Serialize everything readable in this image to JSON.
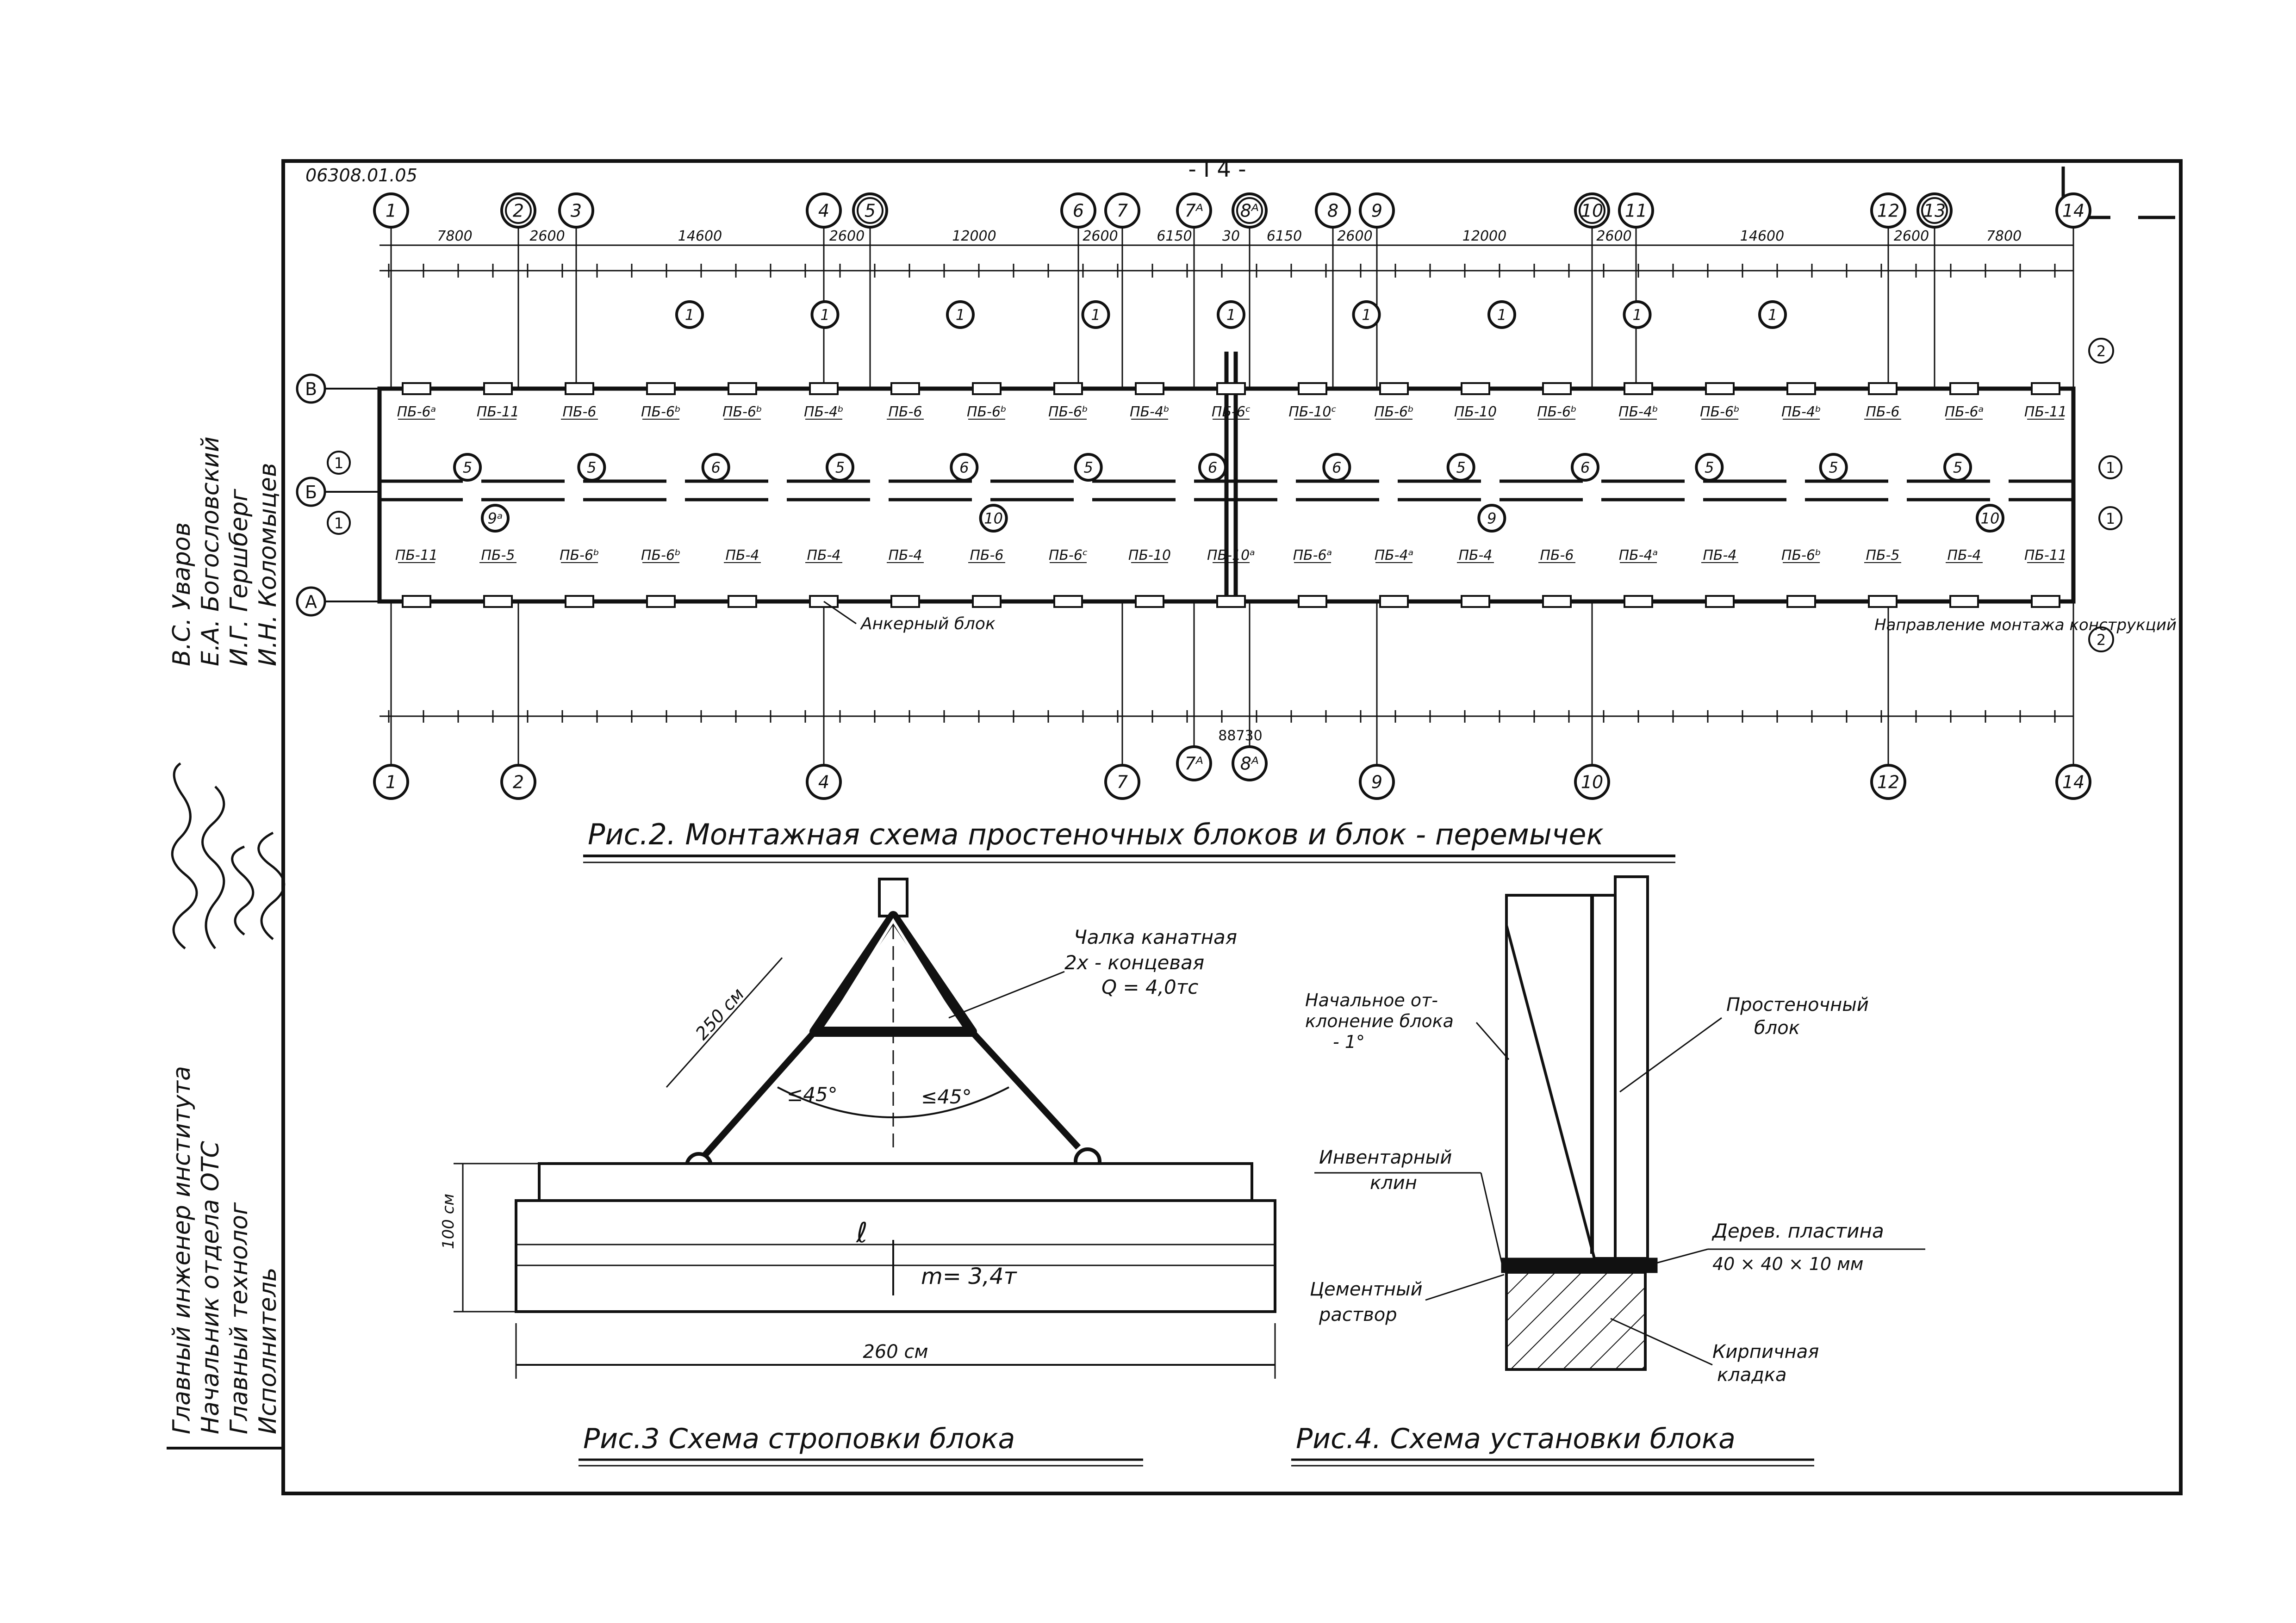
{
  "sheet": {
    "doc_code": "06308.01.05",
    "page_number": "- I 4 -"
  },
  "approvals": {
    "roles": [
      "Главный инженер института",
      "Начальник отдела ОТС",
      "Главный технолог",
      "Исполнитель"
    ],
    "names": [
      "В.С. Уваров",
      "Е.А. Богословский",
      "И.Г. Гершберг",
      "И.Н. Коломыцев"
    ]
  },
  "fig2": {
    "caption": "Рис.2. Монтажная схема простеночных блоков и блок - перемычек",
    "axes_top": [
      "1",
      "2",
      "3",
      "4",
      "5",
      "6",
      "7",
      "7ᴬ",
      "8ᴬ",
      "8",
      "9",
      "10",
      "11",
      "12",
      "13",
      "14"
    ],
    "axes_bottom": [
      "1",
      "2",
      "4",
      "7",
      "7ᴬ",
      "8ᴬ",
      "9",
      "10",
      "12",
      "14"
    ],
    "row_axes": [
      "В",
      "Б",
      "А"
    ],
    "top_dims": [
      "7800",
      "2600",
      "14600",
      "2600",
      "12000",
      "2600",
      "6150",
      "30",
      "6150",
      "2600",
      "12000",
      "2600",
      "14600",
      "2600",
      "7800"
    ],
    "overall_dim": "88730",
    "top_block_labels": [
      "ПБ-6ᵃ",
      "ПБ-11",
      "ПБ-6",
      "ПБ-6ᵇ",
      "ПБ-6ᵇ",
      "ПБ-4ᵇ",
      "ПБ-6",
      "ПБ-6ᵇ",
      "ПБ-6ᵇ",
      "ПБ-4ᵇ",
      "ПБ-6ᶜ",
      "ПБ-10ᶜ",
      "ПБ-6ᵇ",
      "ПБ-10",
      "ПБ-6ᵇ",
      "ПБ-4ᵇ",
      "ПБ-6ᵇ",
      "ПБ-4ᵇ",
      "ПБ-6",
      "ПБ-6ᵃ",
      "ПБ-11"
    ],
    "bottom_block_labels": [
      "ПБ-11",
      "ПБ-5",
      "ПБ-6ᵇ",
      "ПБ-6ᵇ",
      "ПБ-4",
      "ПБ-4",
      "ПБ-4",
      "ПБ-6",
      "ПБ-6ᶜ",
      "ПБ-10",
      "ПБ-10ᵃ",
      "ПБ-6ᵃ",
      "ПБ-4ᵃ",
      "ПБ-4",
      "ПБ-6",
      "ПБ-4ᵃ",
      "ПБ-4",
      "ПБ-6ᵇ",
      "ПБ-5",
      "ПБ-4",
      "ПБ-11"
    ],
    "beam_marks_top": [
      "1",
      "1",
      "1",
      "1",
      "1",
      "1",
      "1",
      "1",
      "1"
    ],
    "beam_marks_mid": [
      "5",
      "5",
      "6",
      "5",
      "6",
      "5",
      "6",
      "6",
      "5",
      "6",
      "5",
      "5",
      "5"
    ],
    "marks_bottom": [
      "9ᵃ",
      "10",
      "9",
      "10"
    ],
    "anchor_block": "Анкерный блок",
    "direction_note": "Направление монтажа конструкций",
    "circle_side": [
      "1",
      "1",
      "1",
      "1"
    ],
    "ref_right": "2",
    "ref_left": "2"
  },
  "fig3": {
    "caption": "Рис.3 Схема строповки блока",
    "sling": "Чалка канатная",
    "sling_type": "2х - концевая",
    "capacity": "Q = 4,0тс",
    "sling_length": "250 см",
    "angle_left": "≤45°",
    "angle_right": "≤45°",
    "mass": "m= 3,4т",
    "length": "260 см",
    "height": "100 см"
  },
  "fig4": {
    "caption": "Рис.4. Схема установки блока",
    "deviation": [
      "Начальное от-",
      "клонение блока",
      "- 1°"
    ],
    "block": [
      "Простеночный",
      "блок"
    ],
    "wedge": [
      "Инвентарный",
      "клин"
    ],
    "plate": [
      "Дерев. пластина",
      "40 × 40 × 10 мм"
    ],
    "mortar": [
      "Цементный",
      "раствор"
    ],
    "masonry": [
      "Кирпичная",
      "кладка"
    ]
  }
}
